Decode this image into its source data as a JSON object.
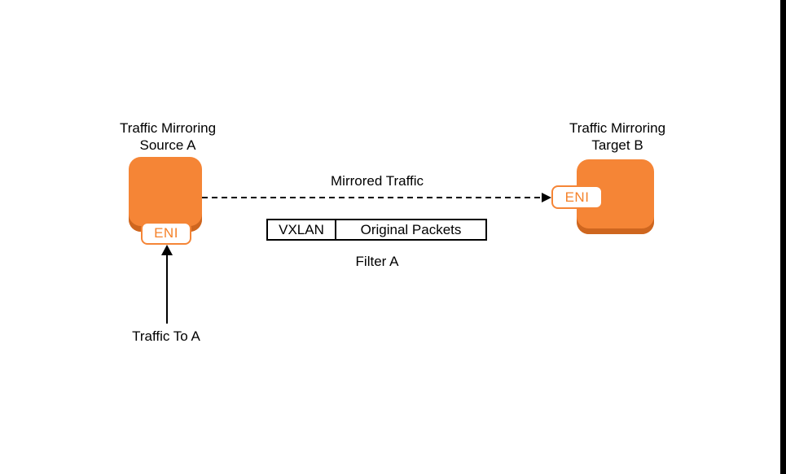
{
  "diagram": {
    "type": "aws-traffic-mirroring",
    "colors": {
      "node_fill": "#F58536",
      "node_shadow": "#CE661F",
      "eni_text": "#F5822A",
      "line": "#000000",
      "background": "#ffffff",
      "right_edge_bar": "#000000"
    },
    "source": {
      "title_line1": "Traffic Mirroring",
      "title_line2": "Source A",
      "eni_label": "ENI"
    },
    "target": {
      "title_line1": "Traffic Mirroring",
      "title_line2": "Target B",
      "eni_label": "ENI"
    },
    "flows": {
      "mirrored_traffic_label": "Mirrored Traffic",
      "traffic_to_a_label": "Traffic To A"
    },
    "packet_table": {
      "cells": [
        "VXLAN",
        "Original Packets"
      ],
      "caption": "Filter A"
    }
  }
}
